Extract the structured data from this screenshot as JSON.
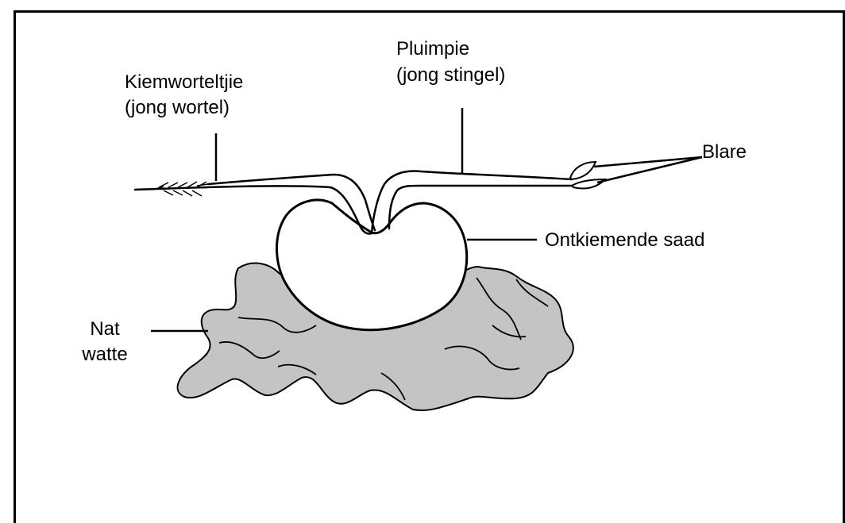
{
  "labels": {
    "radicle_line1": "Kiemworteltjie",
    "radicle_line2": "(jong wortel)",
    "plumule_line1": "Pluimpie",
    "plumule_line2": "(jong stingel)",
    "leaves": "Blare",
    "seed": "Ontkiemende saad",
    "cotton_line1": "Nat",
    "cotton_line2": "watte"
  },
  "colors": {
    "cotton_fill": "#c4c4c4",
    "outline": "#000000",
    "seed_fill": "#ffffff"
  }
}
